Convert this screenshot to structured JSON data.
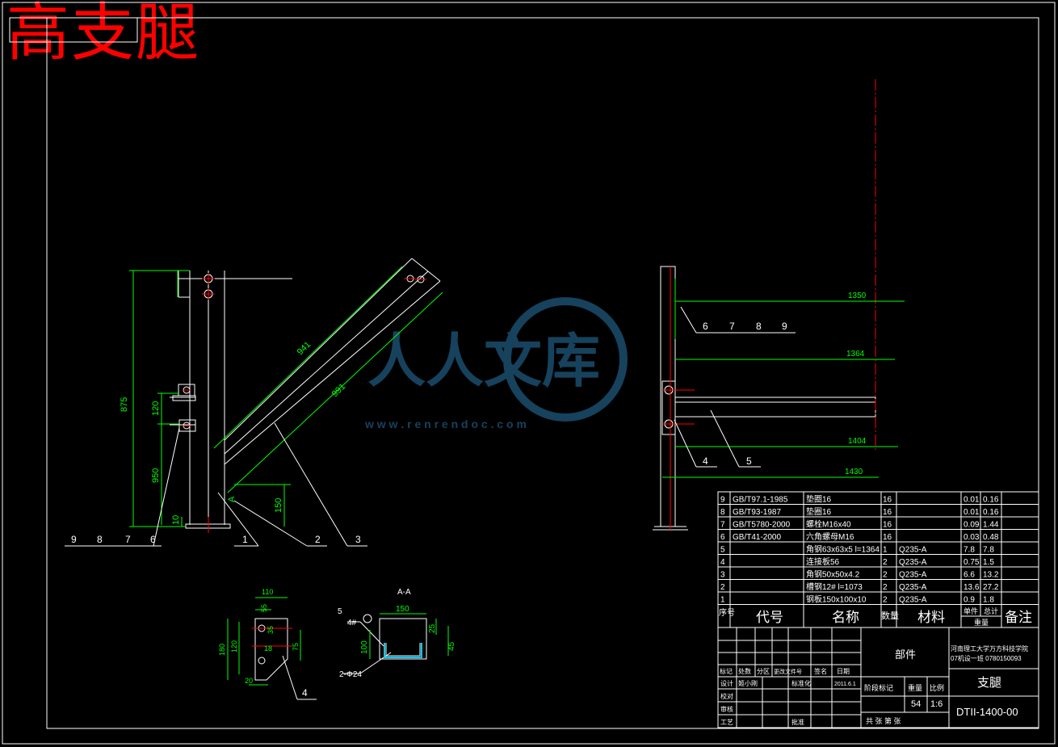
{
  "title": "高支腿",
  "watermark": {
    "text": "人人文库",
    "url": "w w w . r e n r e n d o c . c o m"
  },
  "colors": {
    "background": "#000000",
    "frame": "#ffffff",
    "dimension": "#00ff00",
    "centerline": "#ff0000",
    "title_red": "#ff0000",
    "watermark": "#1a4e6e"
  },
  "front_view": {
    "dims": [
      "875",
      "941",
      "991",
      "120",
      "950",
      "10",
      "150"
    ],
    "section_mark": "A",
    "balloons": [
      "9",
      "8",
      "7",
      "6",
      "1",
      "2",
      "3"
    ]
  },
  "side_view": {
    "dims": [
      "1350",
      "1364",
      "1404",
      "1430"
    ],
    "balloons_top": [
      "6",
      "7",
      "8",
      "9"
    ],
    "balloons_bottom": [
      "4",
      "5"
    ]
  },
  "detail_plate": {
    "dims": [
      "110",
      "55",
      "35",
      "180",
      "120",
      "18",
      "75",
      "20"
    ],
    "balloon": "4"
  },
  "section_aa": {
    "label": "A-A",
    "dims": [
      "150",
      "25",
      "45",
      "100"
    ],
    "note_top": "5",
    "note_top2": "4#",
    "note_bottom": "2-Φ24"
  },
  "bom": {
    "rows": [
      {
        "no": "9",
        "code": "GB/T97.1-1985",
        "name": "垫圈16",
        "qty": "16",
        "material": "",
        "unit": "0.01",
        "total": "0.16"
      },
      {
        "no": "8",
        "code": "GB/T93-1987",
        "name": "垫圈16",
        "qty": "16",
        "material": "",
        "unit": "0.01",
        "total": "0.16"
      },
      {
        "no": "7",
        "code": "GB/T5780-2000",
        "name": "螺栓M16x40",
        "qty": "16",
        "material": "",
        "unit": "0.09",
        "total": "1.44"
      },
      {
        "no": "6",
        "code": "GB/T41-2000",
        "name": "六角螺母M16",
        "qty": "16",
        "material": "",
        "unit": "0.03",
        "total": "0.48"
      },
      {
        "no": "5",
        "code": "",
        "name": "角钢63x63x5 l=1364",
        "qty": "1",
        "material": "Q235-A",
        "unit": "7.8",
        "total": "7.8"
      },
      {
        "no": "4",
        "code": "",
        "name": "连接板56",
        "qty": "2",
        "material": "Q235-A",
        "unit": "0.75",
        "total": "1.5"
      },
      {
        "no": "3",
        "code": "",
        "name": "角钢50x50x4.2",
        "qty": "2",
        "material": "Q235-A",
        "unit": "6.6",
        "total": "13.2"
      },
      {
        "no": "2",
        "code": "",
        "name": "槽钢12# l=1073",
        "qty": "2",
        "material": "Q235-A",
        "unit": "13.6",
        "total": "27.2"
      },
      {
        "no": "1",
        "code": "",
        "name": "钢板150x100x10",
        "qty": "2",
        "material": "Q235-A",
        "unit": "0.9",
        "total": "1.8"
      }
    ],
    "header": {
      "no": "序号",
      "code": "代号",
      "name": "名称",
      "qty": "数量",
      "material": "材料",
      "unit": "单件",
      "total": "总计",
      "weight": "重量",
      "remark": "备注"
    }
  },
  "title_block": {
    "part_label": "部件",
    "school": "河南理工大学万方科技学院",
    "class_info": "07机设一班   0780150093",
    "drawing_name": "支腿",
    "drawing_no": "DTII-1400-00",
    "weight": "54",
    "scale": "1:6",
    "rev_headers": [
      "标记",
      "处数",
      "分区",
      "更改文件号",
      "签名",
      "日期"
    ],
    "role_rows": [
      "设计",
      "校对",
      "审核",
      "工艺"
    ],
    "designer": "姬小刚",
    "standardization": "标准化",
    "date": "2011.6.1",
    "approve": "批准",
    "stage_headers": [
      "阶段标记",
      "重量",
      "比例"
    ],
    "sheets": "共  张  第  张"
  }
}
